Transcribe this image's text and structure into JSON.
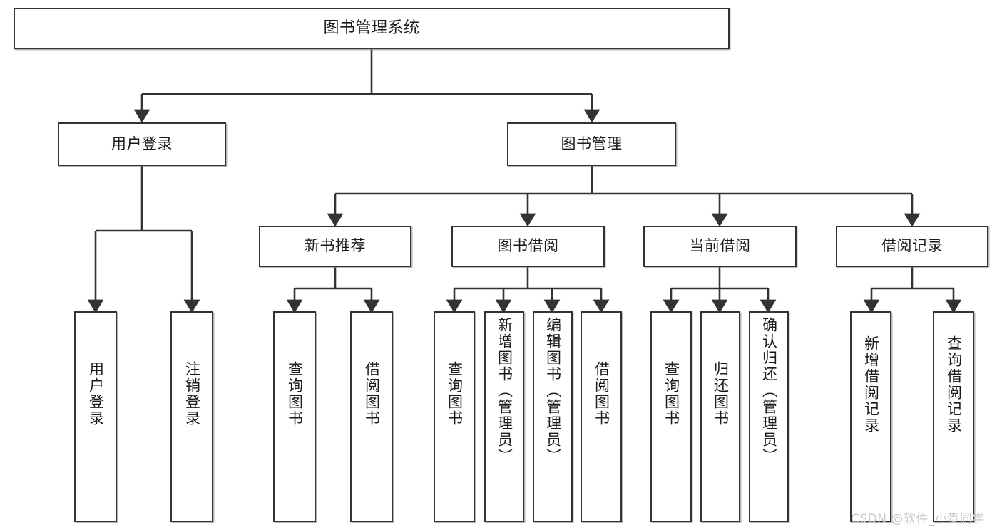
{
  "diagram": {
    "title": "图书管理系统",
    "watermark": "CSDN @软件_小贺同学",
    "colors": {
      "box_border": "#333333",
      "box_fill": "#ffffff",
      "connector": "#333333",
      "text": "#1b1b1b",
      "watermark": "#c9c9c9"
    },
    "levels": {
      "root": "图书管理系统",
      "level2": [
        "用户登录",
        "图书管理"
      ],
      "level3": [
        "新书推荐",
        "图书借阅",
        "当前借阅",
        "借阅记录"
      ]
    },
    "nodes": {
      "root": {
        "label": "图书管理系统"
      },
      "user_login": {
        "label": "用户登录"
      },
      "book_manage": {
        "label": "图书管理"
      },
      "new_book_rec": {
        "label": "新书推荐"
      },
      "book_borrow": {
        "label": "图书借阅"
      },
      "current_borrow": {
        "label": "当前借阅"
      },
      "borrow_record": {
        "label": "借阅记录"
      },
      "leaf_user_login": {
        "label": "用户登录"
      },
      "leaf_logout": {
        "label": "注销登录"
      },
      "leaf_query_book_1": {
        "label": "查询图书"
      },
      "leaf_borrow_book_1": {
        "label": "借阅图书"
      },
      "leaf_query_book_2": {
        "label": "查询图书"
      },
      "leaf_add_book": {
        "label": "新增图书（管理员）"
      },
      "leaf_edit_book": {
        "label": "编辑图书（管理员）"
      },
      "leaf_borrow_book_2": {
        "label": "借阅图书"
      },
      "leaf_query_book_3": {
        "label": "查询图书"
      },
      "leaf_return_book": {
        "label": "归还图书"
      },
      "leaf_confirm_return": {
        "label": "确认归还（管理员）"
      },
      "leaf_add_record": {
        "label": "新增借阅记录"
      },
      "leaf_query_record": {
        "label": "查询借阅记录"
      }
    },
    "tree": [
      {
        "label": "图书管理系统",
        "children": [
          {
            "label": "用户登录",
            "children": [
              {
                "label": "用户登录"
              },
              {
                "label": "注销登录"
              }
            ]
          },
          {
            "label": "图书管理",
            "children": [
              {
                "label": "新书推荐",
                "children": [
                  {
                    "label": "查询图书"
                  },
                  {
                    "label": "借阅图书"
                  }
                ]
              },
              {
                "label": "图书借阅",
                "children": [
                  {
                    "label": "查询图书"
                  },
                  {
                    "label": "新增图书（管理员）"
                  },
                  {
                    "label": "编辑图书（管理员）"
                  },
                  {
                    "label": "借阅图书"
                  }
                ]
              },
              {
                "label": "当前借阅",
                "children": [
                  {
                    "label": "查询图书"
                  },
                  {
                    "label": "归还图书"
                  },
                  {
                    "label": "确认归还（管理员）"
                  }
                ]
              },
              {
                "label": "借阅记录",
                "children": [
                  {
                    "label": "新增借阅记录"
                  },
                  {
                    "label": "查询借阅记录"
                  }
                ]
              }
            ]
          }
        ]
      }
    ]
  }
}
